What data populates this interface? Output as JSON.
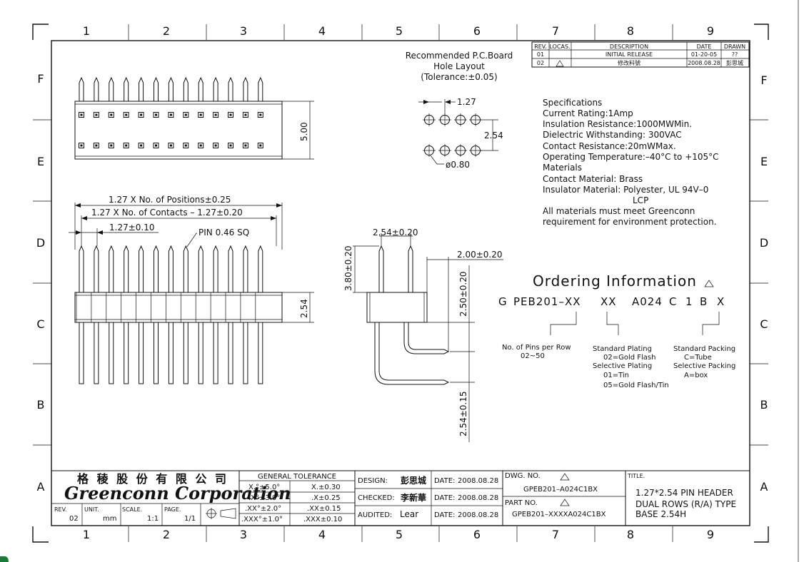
{
  "grid": {
    "columns": [
      "1",
      "2",
      "3",
      "4",
      "5",
      "6",
      "7",
      "8",
      "9"
    ],
    "rows": [
      "F",
      "E",
      "D",
      "C",
      "B",
      "A"
    ]
  },
  "revision_table": {
    "headers": [
      "REV.",
      "LOCAS.",
      "DESCRIPTION",
      "DATE",
      "DRAWN"
    ],
    "rows": [
      {
        "rev": "01",
        "locas": "",
        "description": "INITIAL RELEASE",
        "date": "01-20-05",
        "drawn": "??"
      },
      {
        "rev": "02",
        "locas": "",
        "description": "修改料號",
        "date": "2008.08.28",
        "drawn": "彭思城"
      }
    ]
  },
  "pcb_layout": {
    "title_lines": [
      "Recommended P.C.Board",
      "Hole Layout",
      "(Tolerance:±0.05)"
    ],
    "pitch": "1.27",
    "row_spacing": "2.54",
    "hole_dia": "ø0.80"
  },
  "specifications": {
    "lines": [
      "Specifications",
      "Current Rating:1Amp",
      "Insulation Resistance:1000MWMin.",
      "Dielectric Withstanding:  300VAC",
      "Contact Resistance:20mWMax.",
      "Operating Temperature:–40°C to +105°C",
      "Materials",
      "Contact Material: Brass",
      "Insulator Material: Polyester, UL 94V–0",
      "LCP",
      "All materials must meet Greenconn",
      "requirement for environment protection."
    ]
  },
  "top_view": {
    "height_dim": "5.00"
  },
  "front_view": {
    "dim_positions": "1.27 X No. of Positions±0.25",
    "dim_contacts": "1.27 X No. of Contacts – 1.27±0.20",
    "dim_pitch": "1.27±0.10",
    "pin_note": "PIN 0.46 SQ",
    "body_height": "2.54"
  },
  "side_view": {
    "pitch": "2.54±0.20",
    "top_height": "3.80±0.20",
    "offset": "2.00±0.20",
    "lower_height": "2.50±0.20",
    "tail": "2.54±0.15"
  },
  "ordering": {
    "title": "Ordering Information",
    "code_parts": [
      "G",
      "PEB201–XX",
      "XX",
      "A024",
      "C",
      "1",
      "B",
      "X"
    ],
    "pins_label": [
      "No. of Pins per Row",
      "02~50"
    ],
    "plating_label": [
      "Standard Plating",
      "02=Gold Flash",
      "Selective Plating",
      "01=Tin",
      "05=Gold Flash/Tin"
    ],
    "packing_label": [
      "Standard Packing",
      "C=Tube",
      "Selective Packing",
      "A=box"
    ]
  },
  "title_block": {
    "company_cn": "格 稜 股 份 有 限 公 司",
    "company_en": "Greenconn Corporation",
    "rev_label": "REV.",
    "rev_value": "02",
    "unit_label": "UNIT.",
    "unit_value": "mm",
    "scale_label": "SCALE.",
    "scale_value": "1:1",
    "page_label": "PAGE.",
    "page_value": "1/1",
    "tolerance_header": "GENERAL TOLERANCE",
    "tolerance_rows": [
      [
        "X.°±5.0°",
        "X.±0.30"
      ],
      [
        ".X°±3.0°",
        ".X±0.25"
      ],
      [
        ".XX°±2.0°",
        ".XX±0.15"
      ],
      [
        ".XXX°±1.0°",
        ".XXX±0.10"
      ]
    ],
    "design_label": "DESIGN:",
    "design_name": "彭思城",
    "checked_label": "CHECKED:",
    "checked_name": "李新華",
    "audited_label": "AUDITED:",
    "audited_name": "Lear",
    "date_label": "DATE:",
    "date_value": "2008.08.28",
    "dwg_label": "DWG. NO.",
    "dwg_value": "GPEB201–A024C1BX",
    "part_label": "PART NO.",
    "part_value": "GPEB201–XXXXA024C1BX",
    "title_label": "TITLE.",
    "title_lines": [
      "1.27*2.54 PIN HEADER",
      "DUAL ROWS (R/A) TYPE",
      "BASE 2.54H"
    ]
  }
}
